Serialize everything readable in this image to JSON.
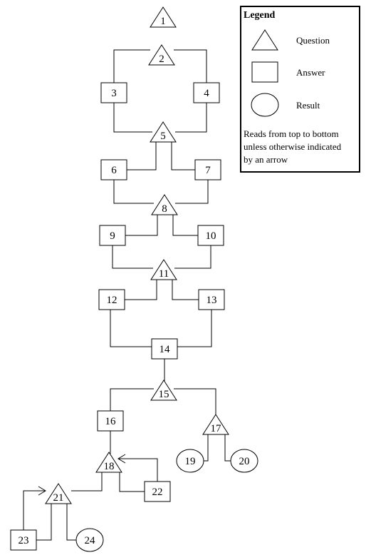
{
  "nodes": [
    {
      "id": "1",
      "label": "1",
      "shape": "question"
    },
    {
      "id": "2",
      "label": "2",
      "shape": "question"
    },
    {
      "id": "3",
      "label": "3",
      "shape": "answer"
    },
    {
      "id": "4",
      "label": "4",
      "shape": "answer"
    },
    {
      "id": "5",
      "label": "5",
      "shape": "question"
    },
    {
      "id": "6",
      "label": "6",
      "shape": "answer"
    },
    {
      "id": "7",
      "label": "7",
      "shape": "answer"
    },
    {
      "id": "8",
      "label": "8",
      "shape": "question"
    },
    {
      "id": "9",
      "label": "9",
      "shape": "answer"
    },
    {
      "id": "10",
      "label": "10",
      "shape": "answer"
    },
    {
      "id": "11",
      "label": "11",
      "shape": "question"
    },
    {
      "id": "12",
      "label": "12",
      "shape": "answer"
    },
    {
      "id": "13",
      "label": "13",
      "shape": "answer"
    },
    {
      "id": "14",
      "label": "14",
      "shape": "answer"
    },
    {
      "id": "15",
      "label": "15",
      "shape": "question"
    },
    {
      "id": "16",
      "label": "16",
      "shape": "answer"
    },
    {
      "id": "17",
      "label": "17",
      "shape": "question"
    },
    {
      "id": "18",
      "label": "18",
      "shape": "question"
    },
    {
      "id": "19",
      "label": "19",
      "shape": "result"
    },
    {
      "id": "20",
      "label": "20",
      "shape": "result"
    },
    {
      "id": "21",
      "label": "21",
      "shape": "question"
    },
    {
      "id": "22",
      "label": "22",
      "shape": "answer"
    },
    {
      "id": "23",
      "label": "23",
      "shape": "answer"
    },
    {
      "id": "24",
      "label": "24",
      "shape": "result"
    }
  ],
  "edges": [
    {
      "from": "2",
      "to": "3"
    },
    {
      "from": "2",
      "to": "4"
    },
    {
      "from": "3",
      "to": "5"
    },
    {
      "from": "4",
      "to": "5"
    },
    {
      "from": "5",
      "to": "6"
    },
    {
      "from": "5",
      "to": "7"
    },
    {
      "from": "6",
      "to": "8"
    },
    {
      "from": "7",
      "to": "8"
    },
    {
      "from": "8",
      "to": "9"
    },
    {
      "from": "8",
      "to": "10"
    },
    {
      "from": "9",
      "to": "11"
    },
    {
      "from": "10",
      "to": "11"
    },
    {
      "from": "11",
      "to": "12"
    },
    {
      "from": "11",
      "to": "13"
    },
    {
      "from": "12",
      "to": "14"
    },
    {
      "from": "13",
      "to": "14"
    },
    {
      "from": "14",
      "to": "15"
    },
    {
      "from": "15",
      "to": "16"
    },
    {
      "from": "15",
      "to": "17"
    },
    {
      "from": "16",
      "to": "18"
    },
    {
      "from": "17",
      "to": "19"
    },
    {
      "from": "17",
      "to": "20"
    },
    {
      "from": "18",
      "to": "21"
    },
    {
      "from": "18",
      "to": "22"
    },
    {
      "from": "22",
      "to": "18",
      "arrow": true
    },
    {
      "from": "21",
      "to": "23"
    },
    {
      "from": "21",
      "to": "24"
    },
    {
      "from": "23",
      "to": "21",
      "arrow": true
    }
  ],
  "legend": {
    "title": "Legend",
    "items": [
      {
        "shape": "question",
        "label": "Question"
      },
      {
        "shape": "answer",
        "label": "Answer"
      },
      {
        "shape": "result",
        "label": "Result"
      }
    ],
    "note_lines": [
      "Reads from top to bottom",
      "unless otherwise indicated",
      "by an arrow"
    ]
  }
}
